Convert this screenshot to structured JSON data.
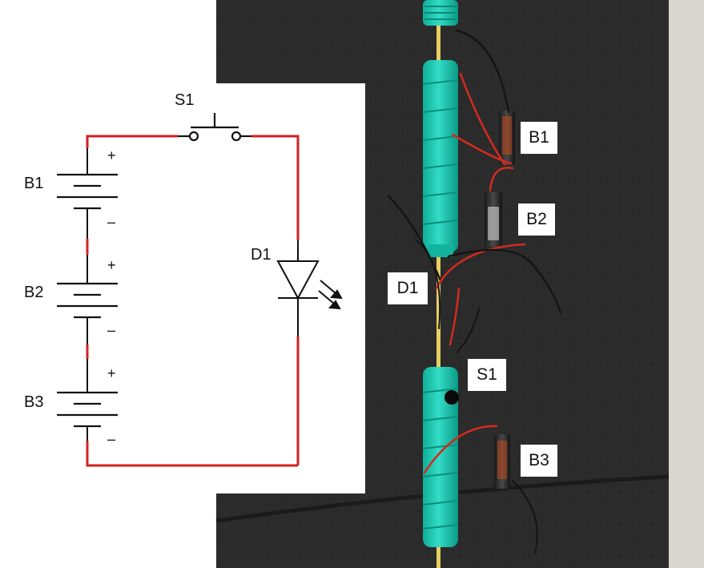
{
  "schematic": {
    "switch_label": "S1",
    "diode_label": "D1",
    "batteries": [
      {
        "label": "B1",
        "plus": "+",
        "minus": "–"
      },
      {
        "label": "B2",
        "plus": "+",
        "minus": "–"
      },
      {
        "label": "B3",
        "plus": "+",
        "minus": "–"
      }
    ]
  },
  "photo": {
    "labels": {
      "b1": "B1",
      "b2": "B2",
      "d1": "D1",
      "s1": "S1",
      "b3": "B3"
    }
  },
  "colors": {
    "wire": "#d42020",
    "symbol": "#111111",
    "background_photo": "#2a2a2a",
    "pvc_teal": "#1fc9b3"
  }
}
